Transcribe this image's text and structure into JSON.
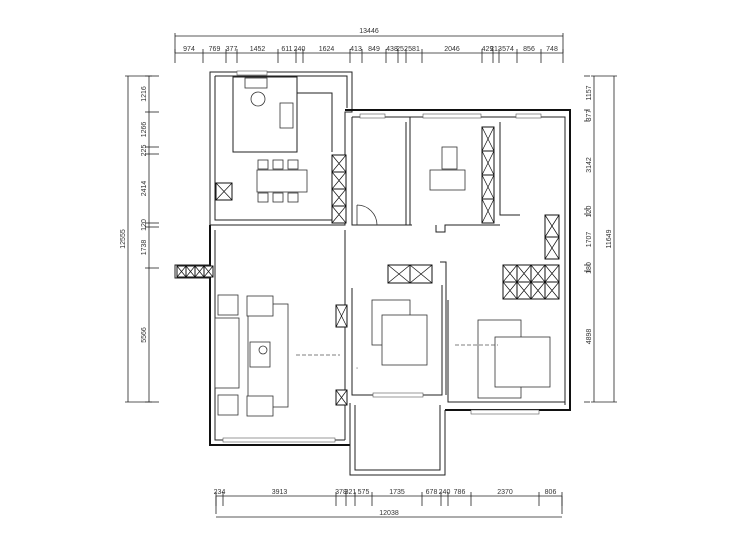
{
  "plan": {
    "top_total": "13446",
    "top_segments": [
      "974",
      "769",
      "377",
      "1452",
      "611",
      "240",
      "1624",
      "413",
      "849",
      "438",
      "252",
      "581",
      "2046",
      "429",
      "213",
      "574",
      "856",
      "748"
    ],
    "bottom_total": "12038",
    "bottom_segments": [
      "234",
      "3913",
      "378",
      "321",
      "575",
      "1735",
      "678",
      "240",
      "786",
      "2370",
      "806"
    ],
    "left_total": "12555",
    "left_segments": [
      "1216",
      "1266",
      "225",
      "2414",
      "120",
      "1738",
      "5566"
    ],
    "right_total": "11649",
    "right_segments": [
      "1157",
      "377",
      "3142",
      "120",
      "1707",
      "180",
      "4898"
    ]
  }
}
